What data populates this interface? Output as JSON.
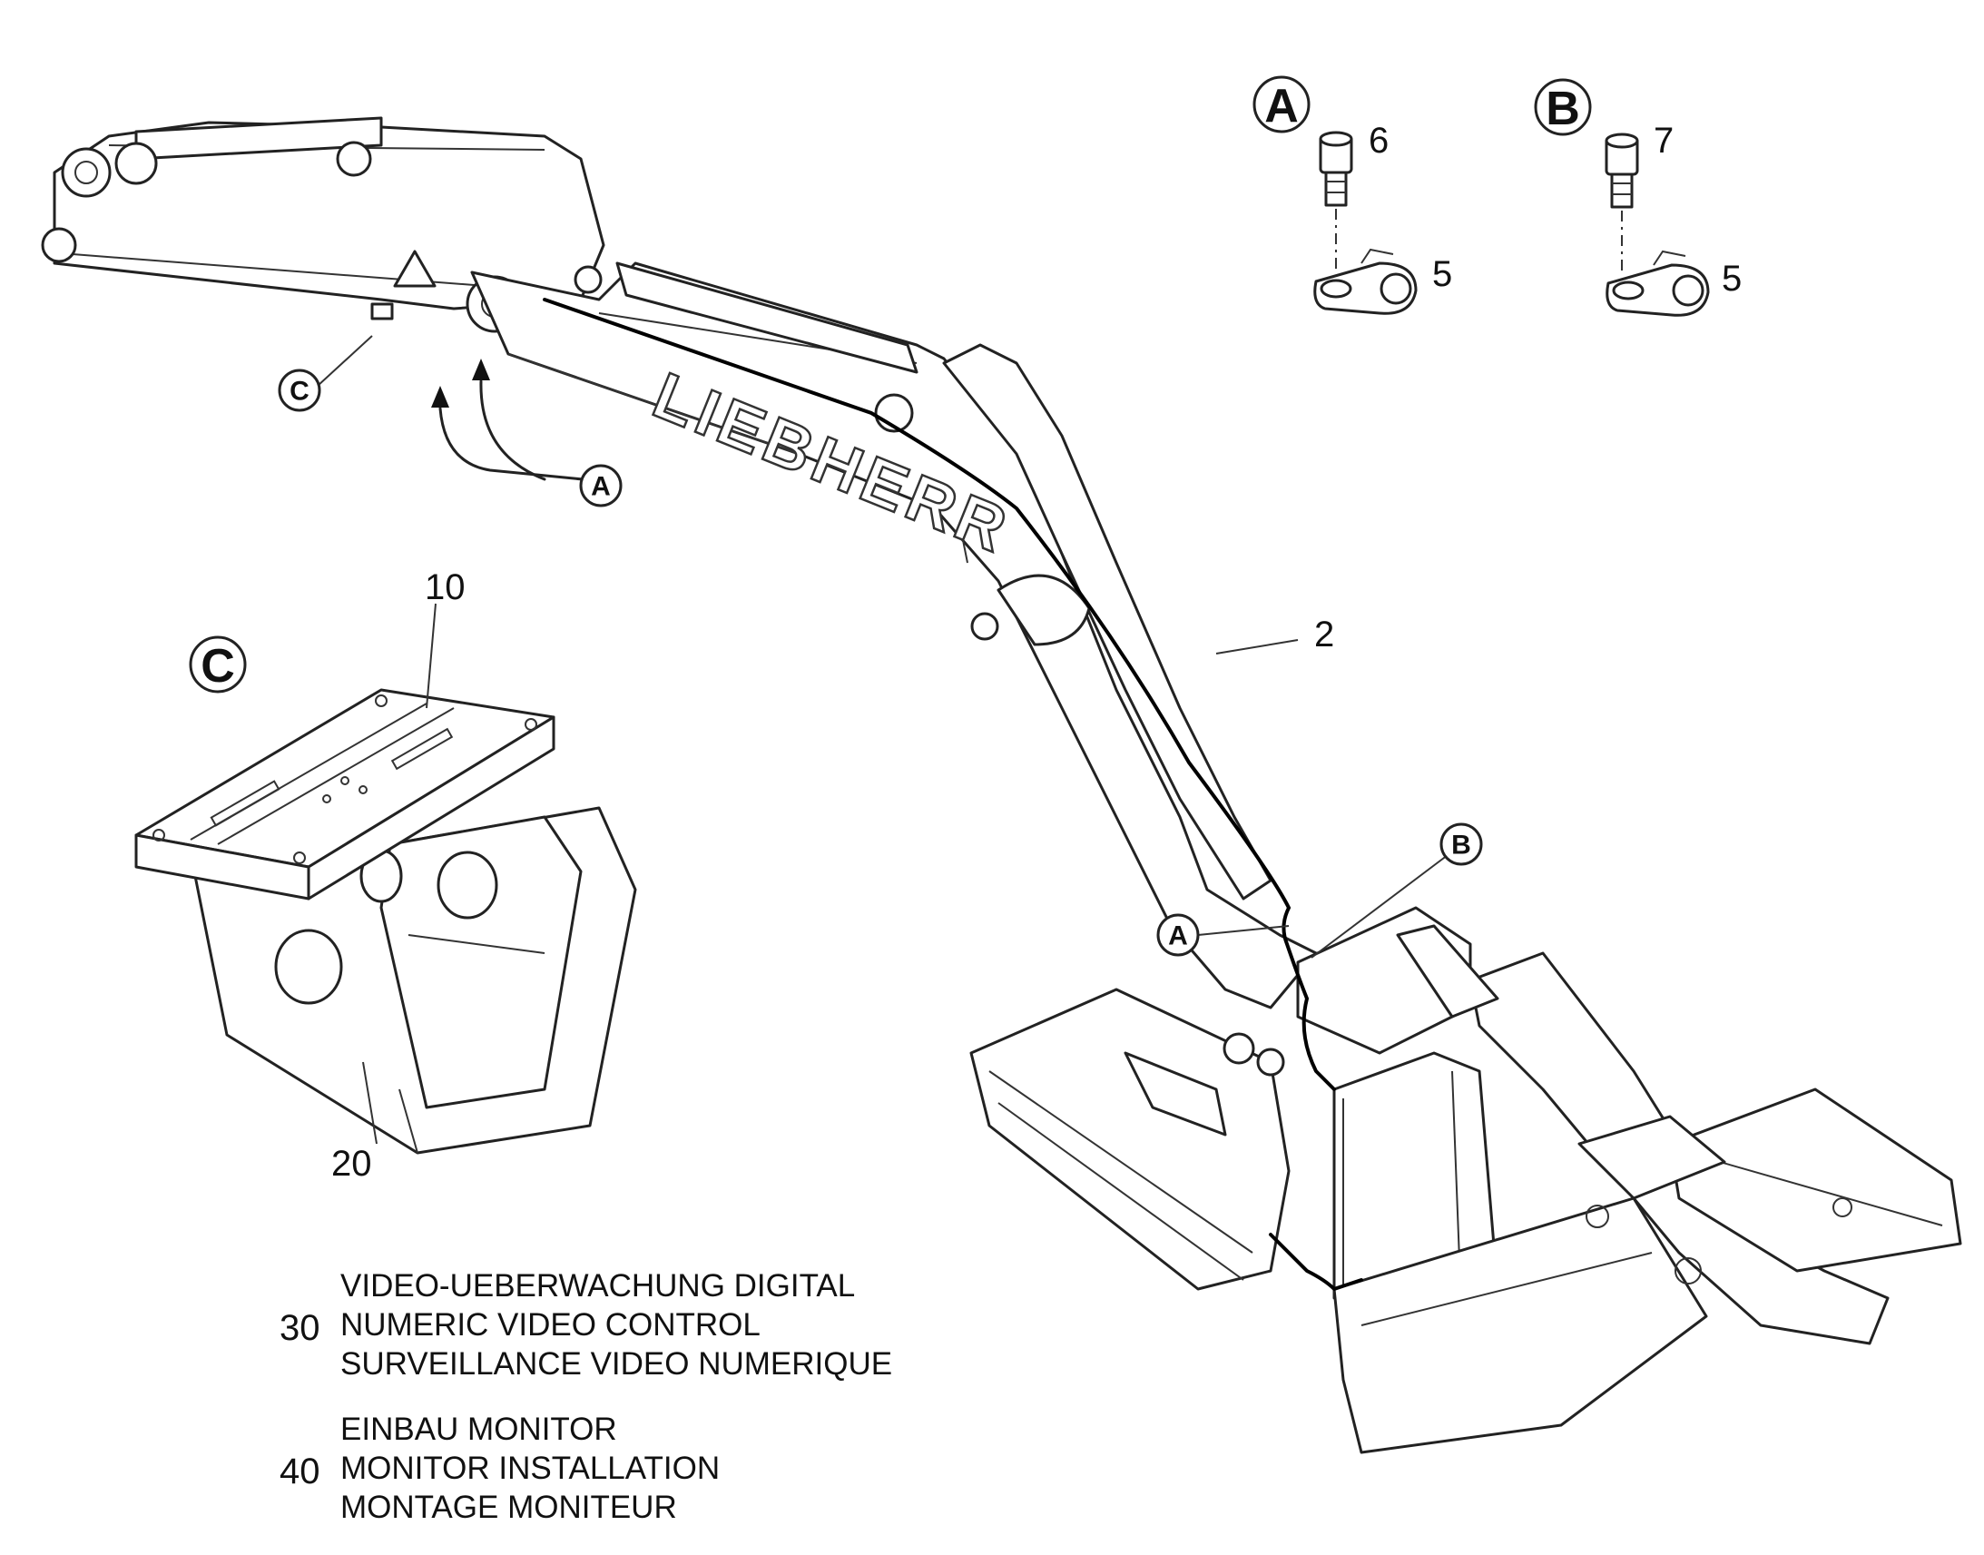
{
  "callouts": {
    "detail_a": "A",
    "detail_b": "B",
    "detail_c": "C",
    "boom_c": "C",
    "boom_a_top": "A",
    "boom_a_bottom": "A",
    "boom_b": "B"
  },
  "part_numbers": {
    "screw_a": "6",
    "clamp_a": "5",
    "screw_b": "7",
    "clamp_b": "5",
    "cable": "2",
    "bracket_plate": "10",
    "bracket_body": "20"
  },
  "brand_text": "LIEBHERR",
  "legend": [
    {
      "code": "30",
      "lines": [
        "VIDEO-UEBERWACHUNG DIGITAL",
        "NUMERIC VIDEO CONTROL",
        "SURVEILLANCE VIDEO NUMERIQUE"
      ]
    },
    {
      "code": "40",
      "lines": [
        "EINBAU MONITOR",
        "MONITOR INSTALLATION",
        "MONTAGE MONITEUR"
      ]
    }
  ]
}
